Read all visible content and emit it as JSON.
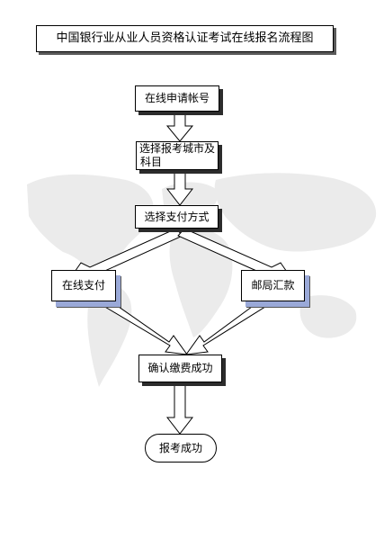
{
  "diagram": {
    "title": "中国银行业从业人员资格认证考试在线报名流程图",
    "nodes": {
      "apply_account": "在线申请帐号",
      "choose_city_line1": "选择报考城市及",
      "choose_city_line2": "科目",
      "choose_payment": "选择支付方式",
      "online_payment": "在线支付",
      "postal_remittance": "邮局汇款",
      "confirm_payment": "确认缴费成功",
      "registration_success": "报考成功"
    },
    "edges": [
      [
        "在线申请帐号",
        "选择报考城市及科目"
      ],
      [
        "选择报考城市及科目",
        "选择支付方式"
      ],
      [
        "选择支付方式",
        "在线支付"
      ],
      [
        "选择支付方式",
        "邮局汇款"
      ],
      [
        "在线支付",
        "确认缴费成功"
      ],
      [
        "邮局汇款",
        "确认缴费成功"
      ],
      [
        "确认缴费成功",
        "报考成功"
      ]
    ],
    "colors": {
      "border": "#000000",
      "background_map": "#e8e8e8",
      "shadow": "#2c2c2c",
      "payment_shadow": "#9aa9d8"
    }
  }
}
